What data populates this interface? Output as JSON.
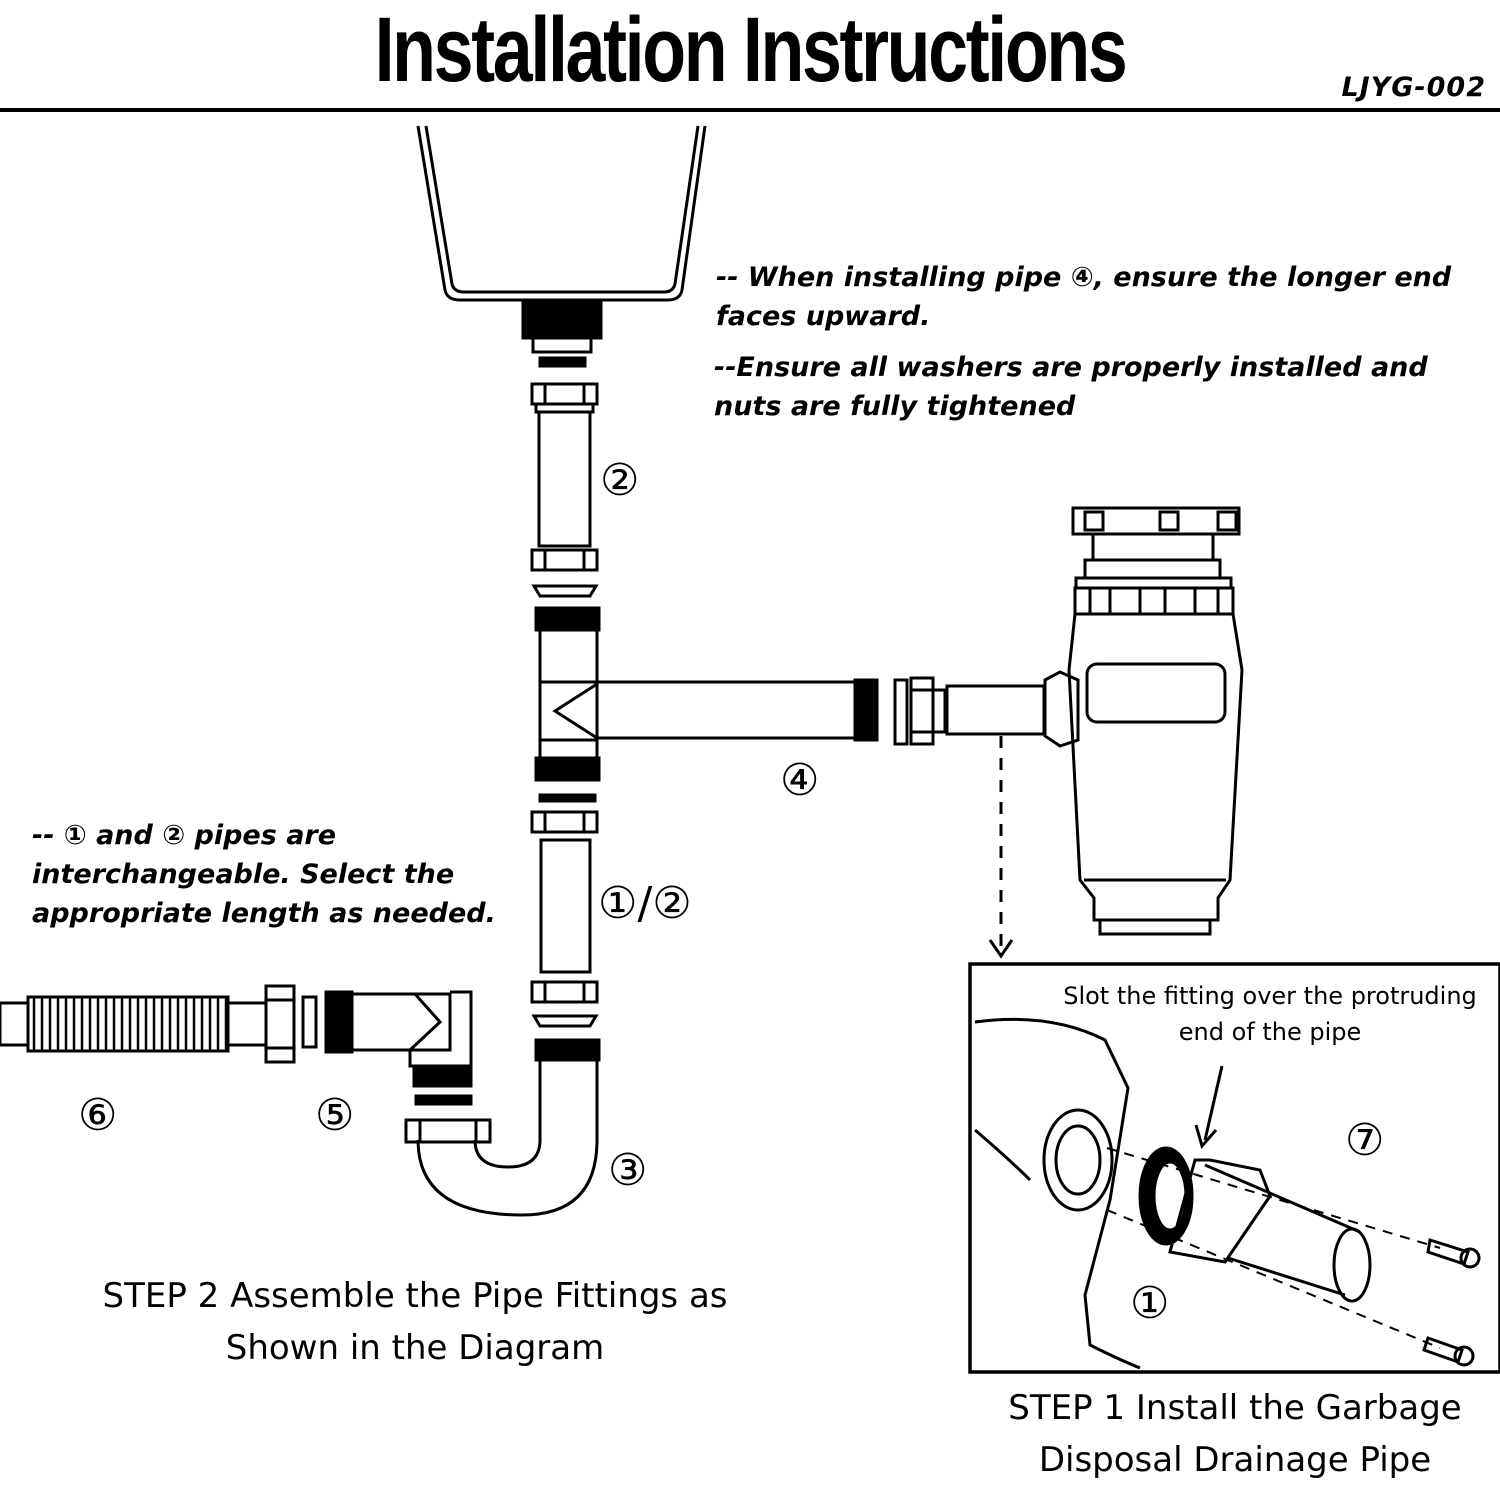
{
  "header": {
    "title": "Installation Instructions",
    "model": "LJYG-002"
  },
  "notes": {
    "pipe4_orientation": "-- When installing pipe ④, ensure the longer end faces upward.",
    "washers": "--Ensure all washers are properly installed and nuts are fully tightened",
    "interchangeable": "-- ① and ② pipes are interchangeable. Select the appropriate length as needed."
  },
  "parts": {
    "p1": "①",
    "p2": "②",
    "p3": "③",
    "p4": "④",
    "p5": "⑤",
    "p6": "⑥",
    "p7": "⑦",
    "p1_or_2": "①/②",
    "p1_detail": "①"
  },
  "step1": {
    "label": "STEP 1 Install the Garbage Disposal Drainage Pipe",
    "callout": "Slot the fitting over the protruding end of the pipe"
  },
  "step2": {
    "label": "STEP 2 Assemble the Pipe Fittings as Shown in the Diagram"
  }
}
